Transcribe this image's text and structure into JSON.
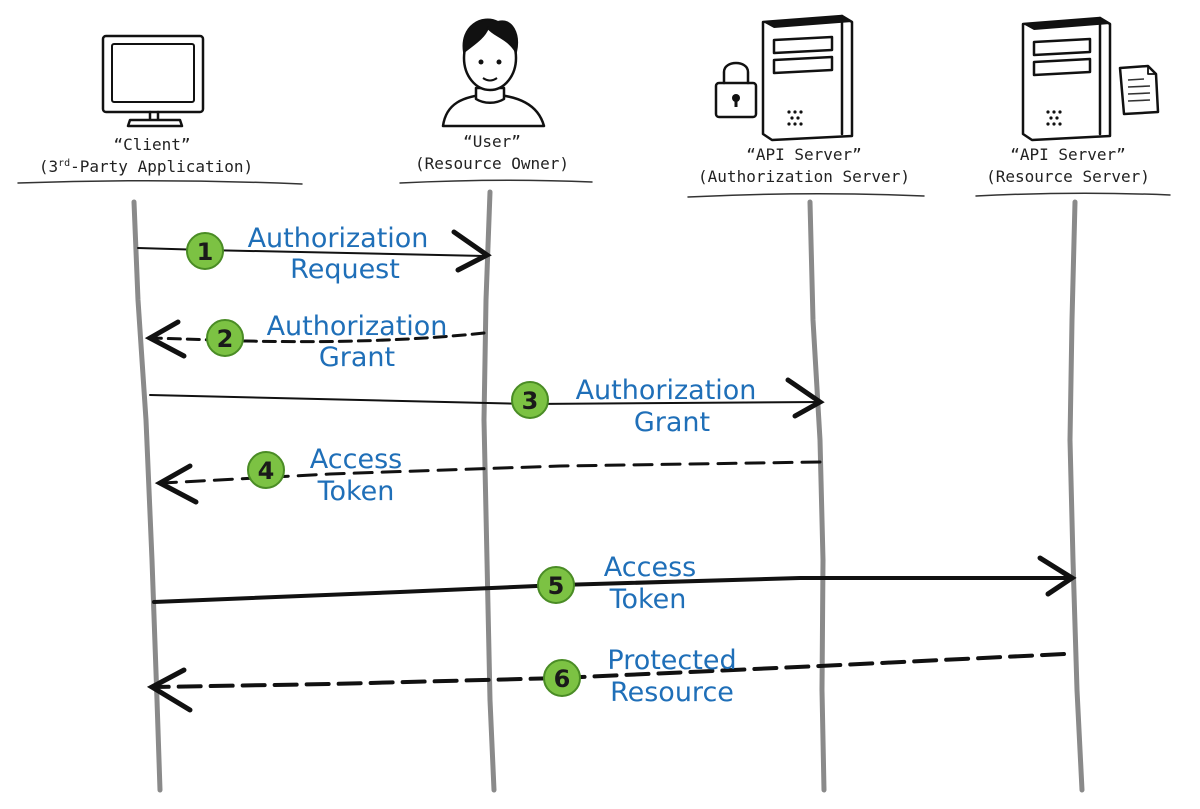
{
  "actors": [
    {
      "id": "client",
      "line1": "“Client”",
      "line2_pre": "(3",
      "line2_sup": "rd",
      "line2_post": "-Party Application)",
      "icon": "monitor-icon"
    },
    {
      "id": "user",
      "line1": "“User”",
      "line2": "(Resource Owner)",
      "icon": "user-avatar-icon"
    },
    {
      "id": "auth-server",
      "line1": "“API Server”",
      "line2": "(Authorization Server)",
      "icon": "server-with-lock-icon"
    },
    {
      "id": "resource-server",
      "line1": "“API Server”",
      "line2": "(Resource Server)",
      "icon": "server-with-document-icon"
    }
  ],
  "steps": [
    {
      "number": "1",
      "line1": "Authorization",
      "line2": "Request",
      "from": "client",
      "to": "user",
      "style": "solid"
    },
    {
      "number": "2",
      "line1": "Authorization",
      "line2": "Grant",
      "from": "user",
      "to": "client",
      "style": "dashed"
    },
    {
      "number": "3",
      "line1": "Authorization",
      "line2": "Grant",
      "from": "client",
      "to": "auth-server",
      "style": "solid"
    },
    {
      "number": "4",
      "line1": "Access",
      "line2": "Token",
      "from": "auth-server",
      "to": "client",
      "style": "dashed"
    },
    {
      "number": "5",
      "line1": "Access",
      "line2": "Token",
      "from": "client",
      "to": "resource-server",
      "style": "solid"
    },
    {
      "number": "6",
      "line1": "Protected",
      "line2": "Resource",
      "from": "resource-server",
      "to": "client",
      "style": "dashed"
    }
  ],
  "colors": {
    "label_blue": "#1f6fb8",
    "badge_green": "#7cc243",
    "lifeline_gray": "#8a8a8a",
    "ink": "#111111"
  }
}
